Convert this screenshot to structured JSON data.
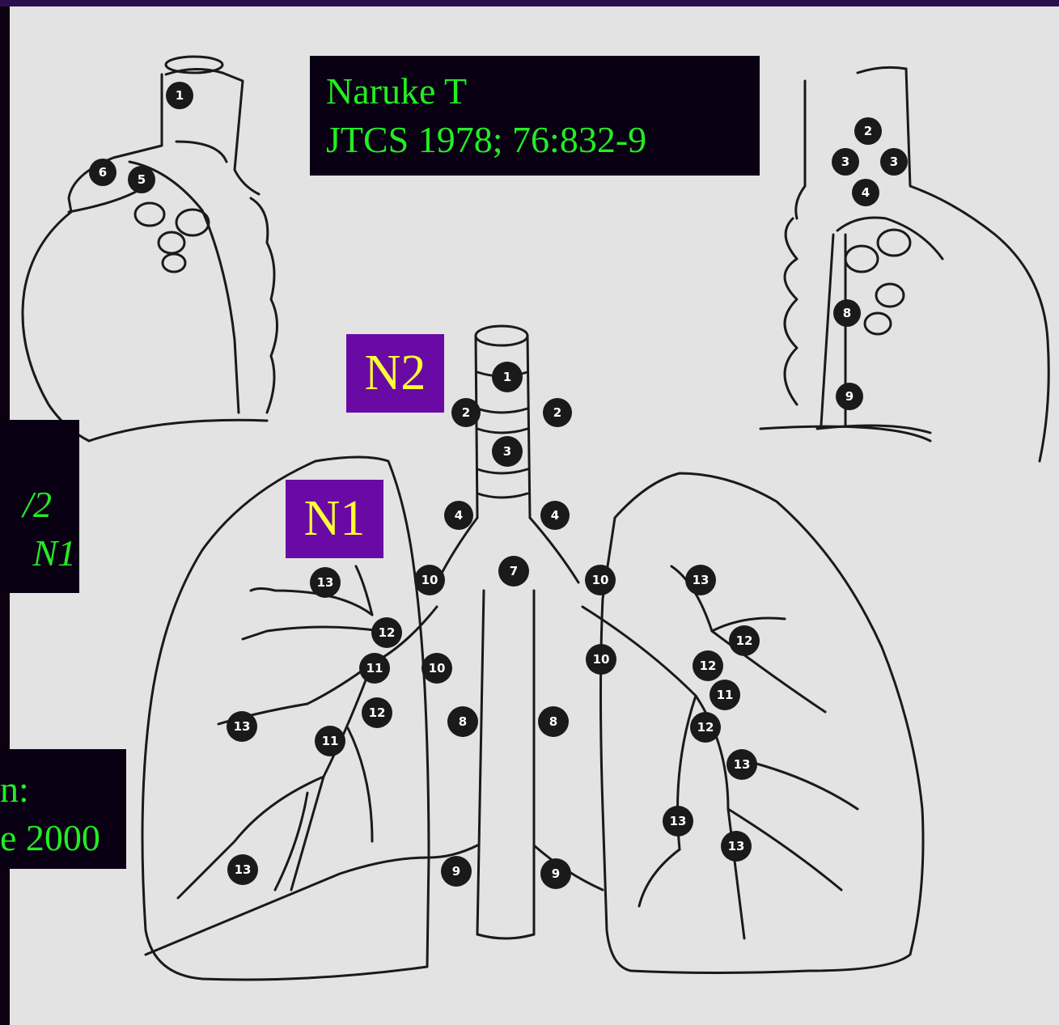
{
  "citation": {
    "line1": "Naruke T",
    "line2": "JTCS 1978; 76:832-9"
  },
  "labels": {
    "n2": "N2",
    "n1": "N1"
  },
  "left_box_partial": {
    "line1": "/2",
    "line2": "N1"
  },
  "left_box_partial2": {
    "line1": "n:",
    "line2": "e 2000"
  },
  "station_numbers": {
    "s1": "1",
    "s2": "2",
    "s3": "3",
    "s4": "4",
    "s5": "5",
    "s6": "6",
    "s7": "7",
    "s8": "8",
    "s9": "9",
    "s10": "10",
    "s11": "11",
    "s12": "12",
    "s13": "13"
  },
  "colors": {
    "citation_text": "#22ee22",
    "label_text": "#ffff33",
    "label_bg": "#6a0aa5",
    "box_bg": "#0a0014",
    "frame": "#2a1148",
    "paper": "#e3e3e3"
  }
}
